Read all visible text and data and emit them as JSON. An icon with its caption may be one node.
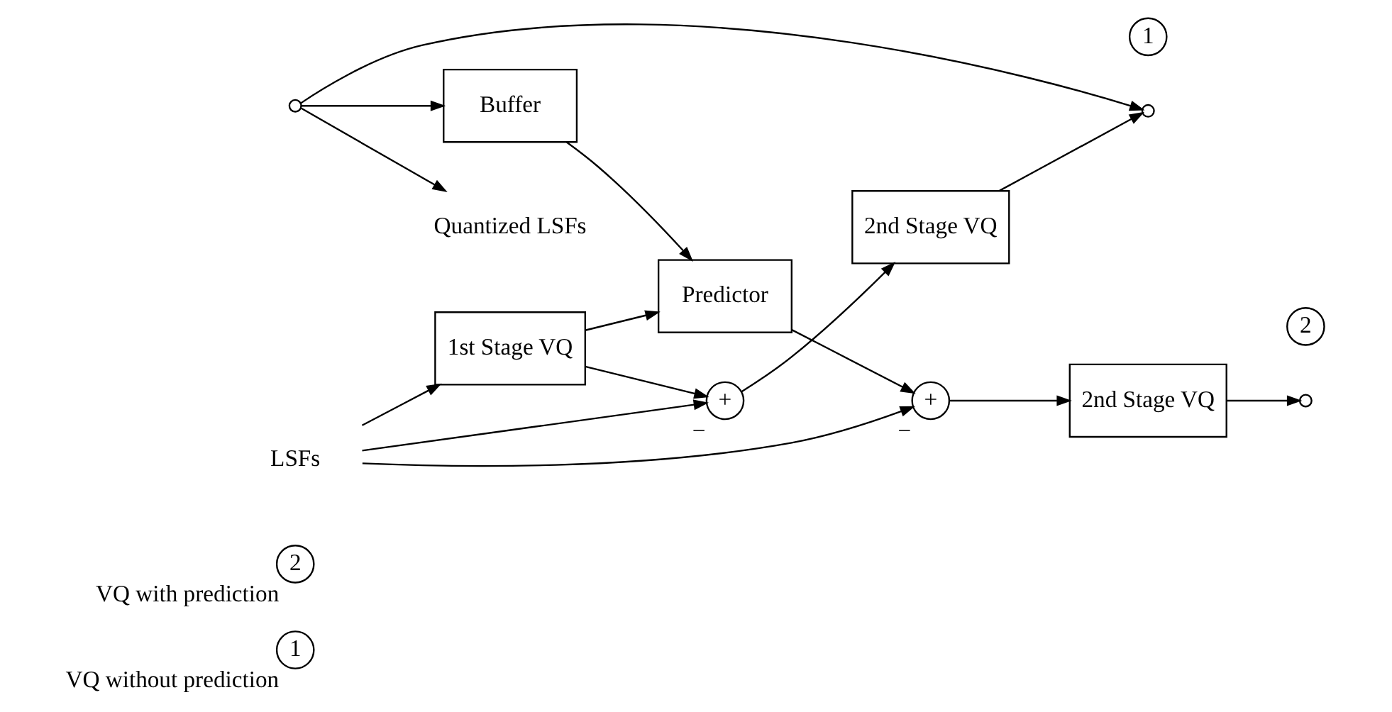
{
  "diagram": {
    "nodes": [
      {
        "text": [
          "1"
        ],
        "beside": [
          "VQ without prediction"
        ]
      },
      {
        "text": [
          "2"
        ],
        "beside": [
          "VQ with prediction"
        ]
      },
      {
        "text": [
          "LSFs"
        ]
      },
      {
        "text": [
          "1st Stage VQ"
        ]
      },
      {
        "text": [
          "+"
        ],
        "beside": [
          "−"
        ]
      },
      {
        "text": [
          "2nd Stage VQ"
        ]
      },
      {
        "text": [
          "2nd Stage VQ"
        ]
      },
      {
        "text": [
          "+"
        ],
        "beside": [
          "−"
        ]
      },
      {
        "text": [
          "Predictor"
        ]
      },
      {
        "text": [
          "Buffer"
        ]
      },
      {
        "text": [],
        "shape": "circle"
      },
      {
        "text": [],
        "shape": "circle"
      },
      {
        "text": [],
        "shape": "circle"
      },
      {
        "text": [
          "1"
        ]
      },
      {
        "text": [
          "2"
        ]
      },
      {
        "text": [
          "Quantized LSFs"
        ]
      }
    ],
    "edges": [
      {
        "from": 2,
        "to": 3,
        "arrow": "to"
      },
      {
        "from": 2,
        "to": 4,
        "arrow": "to"
      },
      {
        "from": 2,
        "to": 7,
        "arrow": "to"
      },
      {
        "from": 3,
        "to": 4,
        "arrow": "to"
      },
      {
        "from": 3,
        "to": 8,
        "arrow": "to"
      },
      {
        "from": 4,
        "to": 5,
        "arrow": "to"
      },
      {
        "from": 7,
        "to": 6,
        "arrow": "to"
      },
      {
        "from": 8,
        "to": 7,
        "arrow": "to"
      },
      {
        "from": 5,
        "to": 10,
        "arrow": "to"
      },
      {
        "from": 6,
        "to": 11,
        "arrow": "to"
      },
      {
        "from": 12,
        "to": 10,
        "arrow": "to"
      },
      {
        "from": 12,
        "to": 15,
        "arrow": "to"
      },
      {
        "from": 12,
        "to": 9,
        "arrow": "to"
      },
      {
        "from": 9,
        "to": 8,
        "arrow": "to"
      }
    ]
  }
}
